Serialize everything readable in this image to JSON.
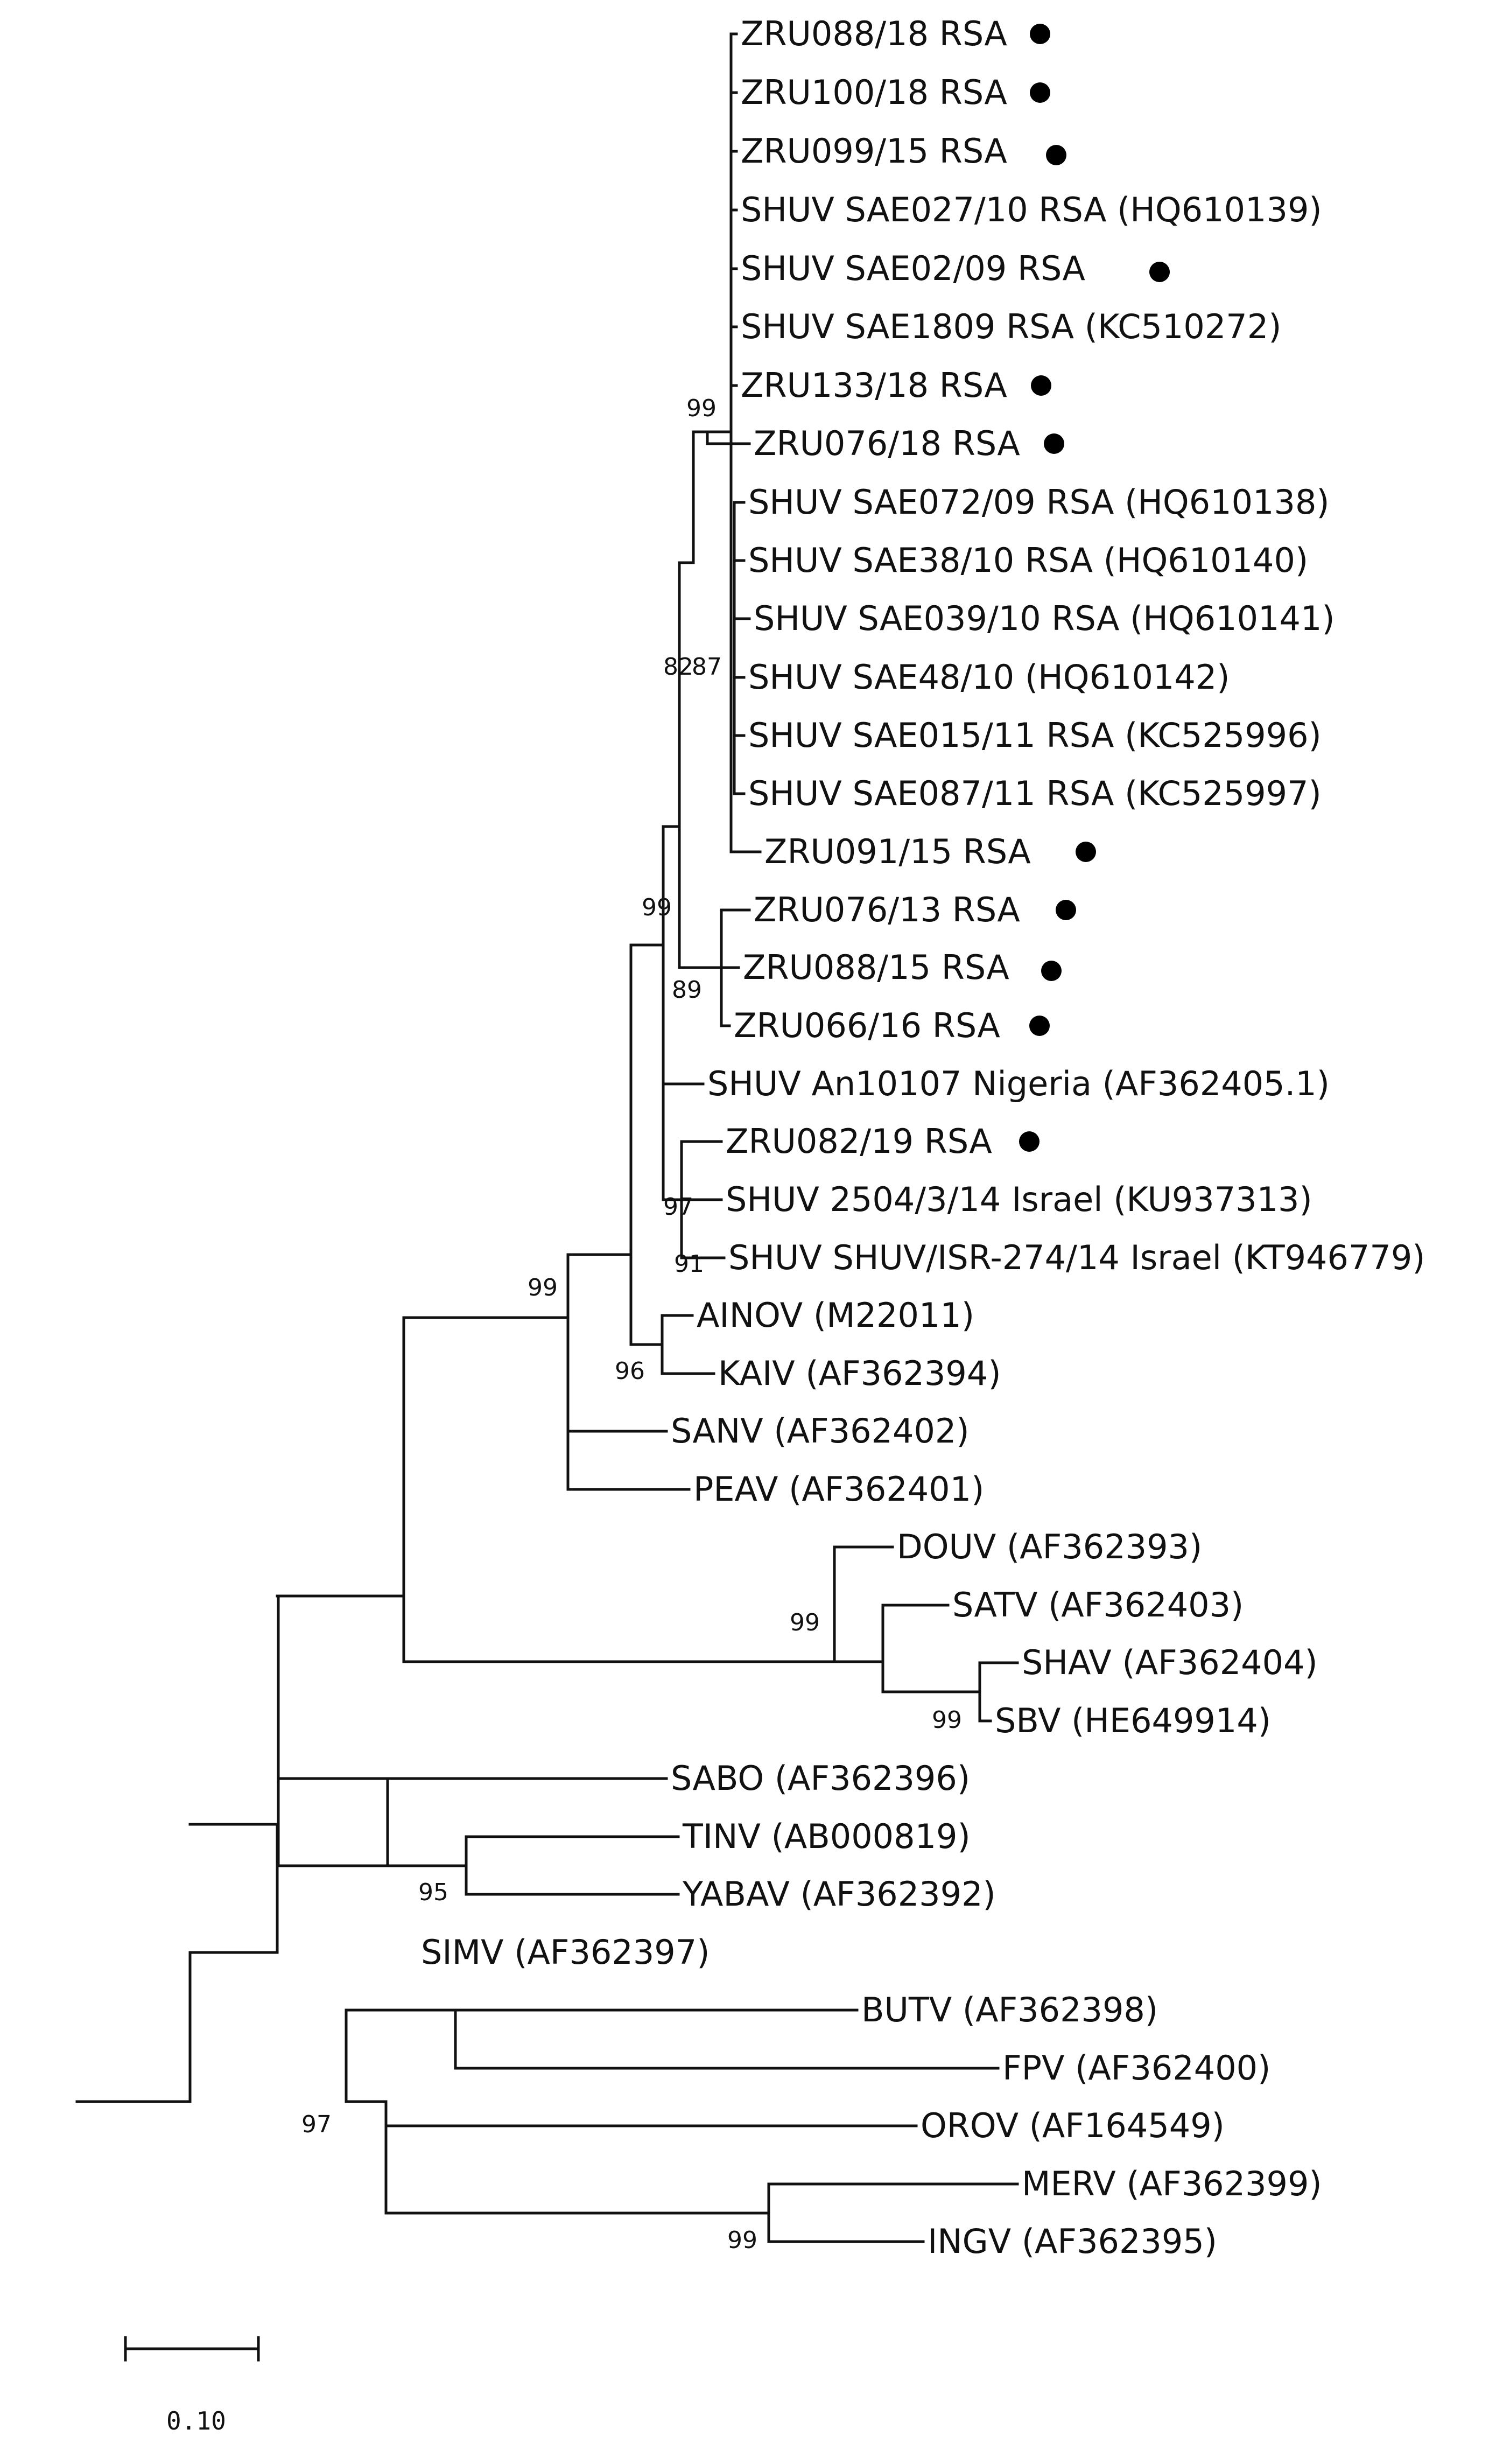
{
  "tree": {
    "leaves": [
      {
        "id": "ZRU088_18",
        "label": "ZRU088/18 RSA",
        "marker": true
      },
      {
        "id": "ZRU100_18",
        "label": "ZRU100/18 RSA",
        "marker": true
      },
      {
        "id": "ZRU099_15",
        "label": "ZRU099/15 RSA",
        "marker": true
      },
      {
        "id": "SAE027_10",
        "label": "SHUV SAE027/10 RSA (HQ610139)",
        "marker": false
      },
      {
        "id": "SAE02_09",
        "label": "SHUV SAE02/09 RSA",
        "marker": true
      },
      {
        "id": "SAE1809",
        "label": "SHUV SAE1809 RSA (KC510272)",
        "marker": false
      },
      {
        "id": "ZRU133_18",
        "label": "ZRU133/18 RSA",
        "marker": true
      },
      {
        "id": "ZRU076_18",
        "label": "ZRU076/18 RSA",
        "marker": true
      },
      {
        "id": "SAE072_09",
        "label": "SHUV SAE072/09 RSA (HQ610138)",
        "marker": false
      },
      {
        "id": "SAE38_10",
        "label": "SHUV SAE38/10 RSA (HQ610140)",
        "marker": false
      },
      {
        "id": "SAE039_10",
        "label": "SHUV SAE039/10 RSA (HQ610141)",
        "marker": false
      },
      {
        "id": "SAE48_10",
        "label": "SHUV SAE48/10 (HQ610142)",
        "marker": false
      },
      {
        "id": "SAE015_11",
        "label": "SHUV SAE015/11 RSA (KC525996)",
        "marker": false
      },
      {
        "id": "SAE087_11",
        "label": "SHUV SAE087/11 RSA (KC525997)",
        "marker": false
      },
      {
        "id": "ZRU091_15",
        "label": "ZRU091/15 RSA",
        "marker": true
      },
      {
        "id": "ZRU076_13",
        "label": "ZRU076/13 RSA",
        "marker": true
      },
      {
        "id": "ZRU088_15",
        "label": "ZRU088/15 RSA",
        "marker": true
      },
      {
        "id": "ZRU066_16",
        "label": "ZRU066/16 RSA",
        "marker": true
      },
      {
        "id": "An10107",
        "label": "SHUV An10107 Nigeria (AF362405.1)",
        "marker": false
      },
      {
        "id": "ZRU082_19",
        "label": "ZRU082/19 RSA",
        "marker": true
      },
      {
        "id": "ISR2504",
        "label": "SHUV 2504/3/14 Israel (KU937313)",
        "marker": false
      },
      {
        "id": "ISR274",
        "label": "SHUV SHUV/ISR-274/14 Israel (KT946779)",
        "marker": false
      },
      {
        "id": "AINOV",
        "label": "AINOV (M22011)",
        "marker": false
      },
      {
        "id": "KAIV",
        "label": "KAIV (AF362394)",
        "marker": false
      },
      {
        "id": "SANV",
        "label": "SANV (AF362402)",
        "marker": false
      },
      {
        "id": "PEAV",
        "label": "PEAV (AF362401)",
        "marker": false
      },
      {
        "id": "DOUV",
        "label": "DOUV (AF362393)",
        "marker": false
      },
      {
        "id": "SATV",
        "label": "SATV (AF362403)",
        "marker": false
      },
      {
        "id": "SHAV",
        "label": "SHAV (AF362404)",
        "marker": false
      },
      {
        "id": "SBV",
        "label": "SBV (HE649914)",
        "marker": false
      },
      {
        "id": "SABO",
        "label": "SABO (AF362396)",
        "marker": false
      },
      {
        "id": "TINV",
        "label": "TINV (AB000819)",
        "marker": false
      },
      {
        "id": "YABAV",
        "label": "YABAV (AF362392)",
        "marker": false
      },
      {
        "id": "SIMV",
        "label": "SIMV (AF362397)",
        "marker": false
      },
      {
        "id": "BUTV",
        "label": "BUTV (AF362398)",
        "marker": false
      },
      {
        "id": "FPV",
        "label": "FPV (AF362400)",
        "marker": false
      },
      {
        "id": "OROV",
        "label": "OROV (AF164549)",
        "marker": false
      },
      {
        "id": "MERV",
        "label": "MERV (AF362399)",
        "marker": false
      },
      {
        "id": "INGV",
        "label": "INGV (AF362395)",
        "marker": false
      }
    ],
    "support_values": [
      "99",
      "82",
      "87",
      "99",
      "89",
      "97",
      "91",
      "99",
      "96",
      "99",
      "99",
      "95",
      "97",
      "99"
    ],
    "scale_bar": {
      "label": "0.10",
      "length": 0.1
    }
  }
}
